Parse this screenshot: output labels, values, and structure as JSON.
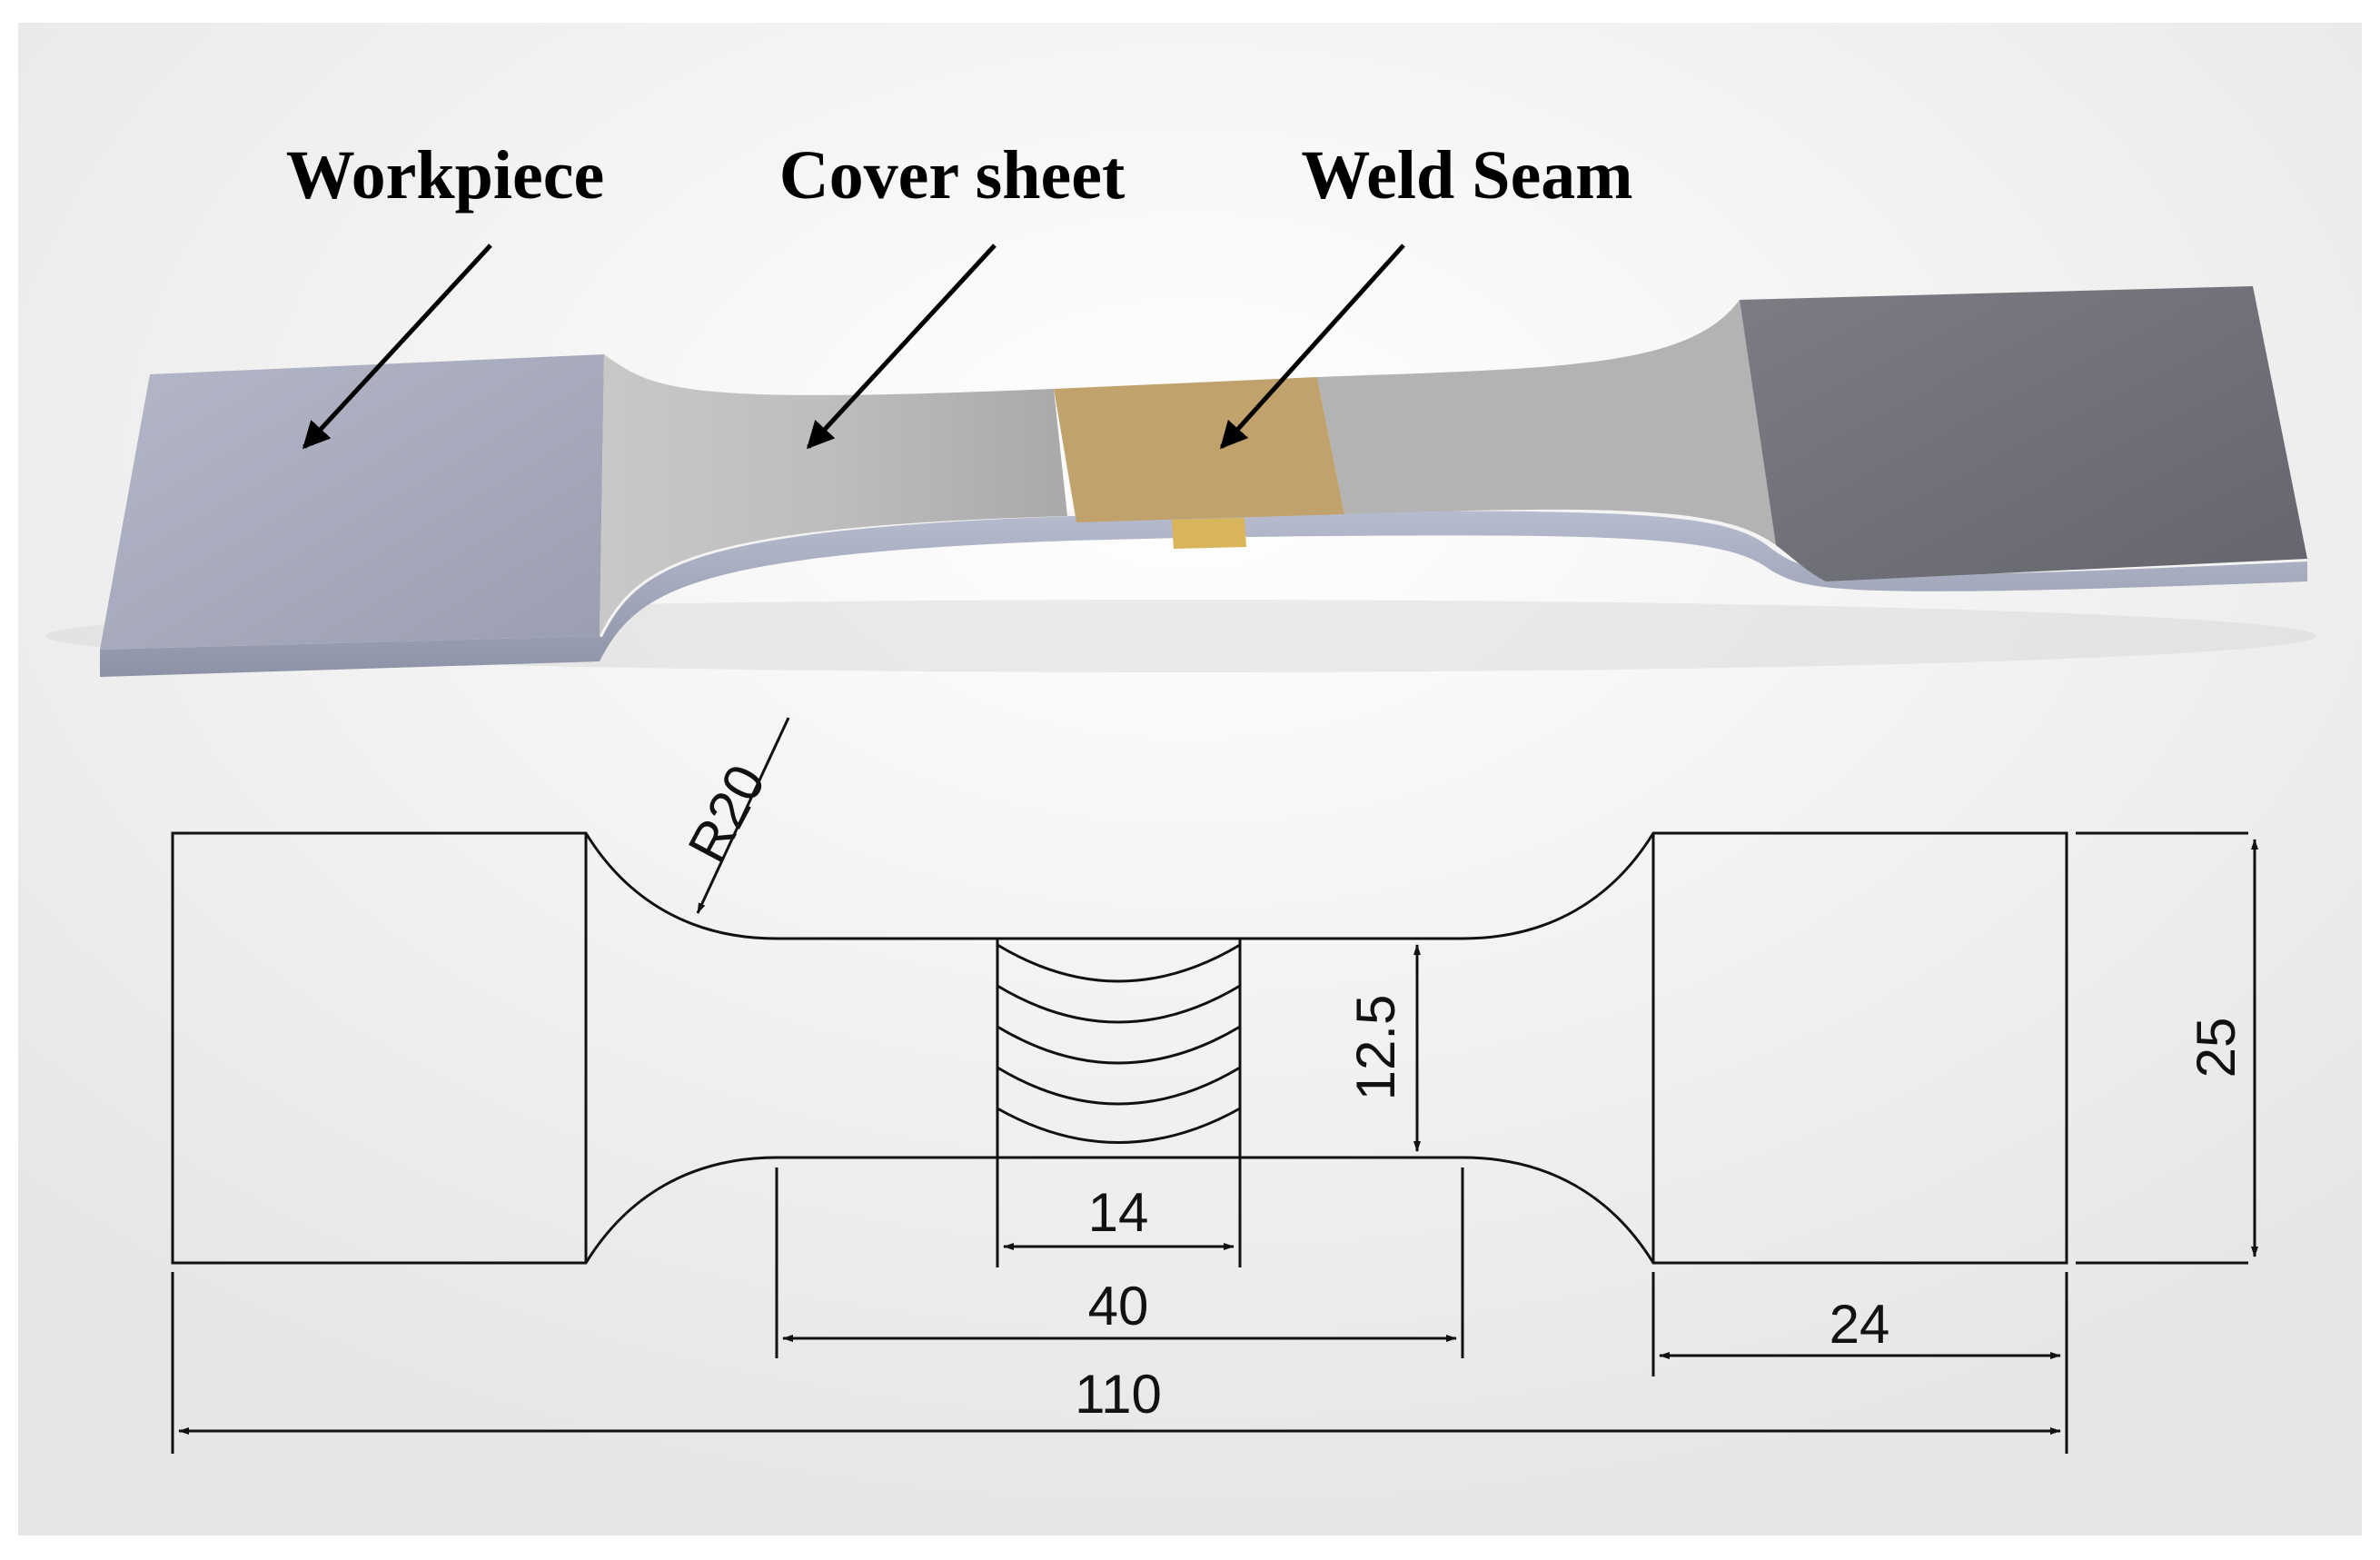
{
  "labels": {
    "workpiece": "Workpiece",
    "cover_sheet": "Cover sheet",
    "weld_seam": "Weld Seam"
  },
  "dimensions": {
    "fillet_radius": "R20",
    "weld_width": "14",
    "gauge_length": "40",
    "total_length": "110",
    "grip_length": "24",
    "gauge_width": "12.5",
    "grip_width": "25"
  },
  "colors": {
    "workpiece_metal": "#a9adbf",
    "cover_sheet": "#b7b7b7",
    "weld_seam": "#c2a26c",
    "weld_seam_side": "#d8b45a",
    "right_grip": "#6f7077"
  }
}
